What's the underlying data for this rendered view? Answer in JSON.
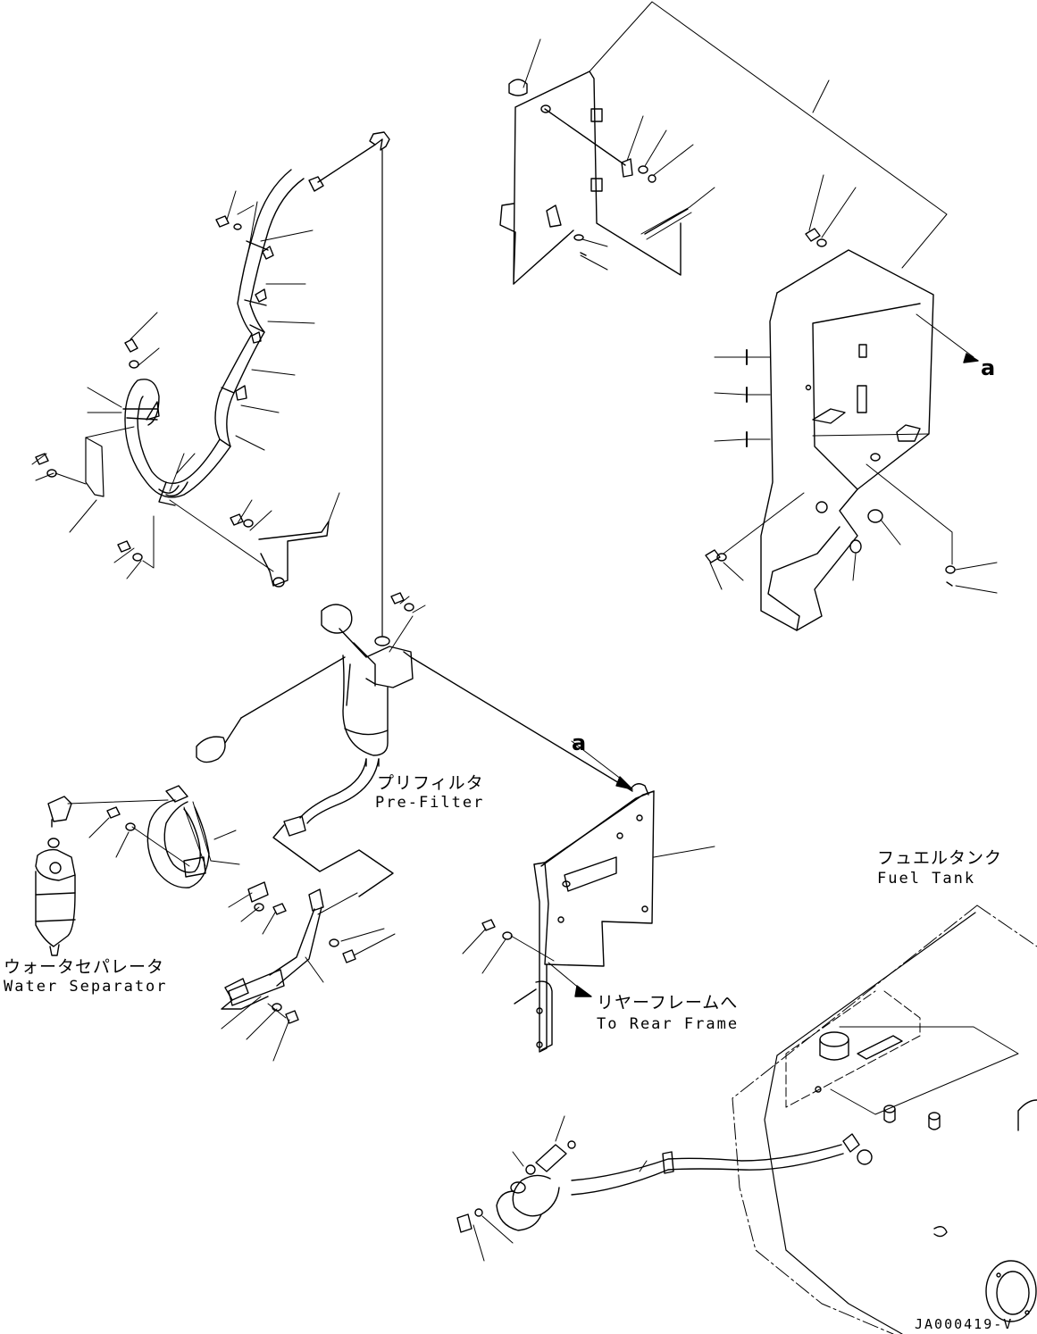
{
  "labels": {
    "pre_filter_jp": "プリフィルタ",
    "pre_filter_en": "Pre-Filter",
    "water_separator_jp": "ウォータセパレータ",
    "water_separator_en": "Water Separator",
    "rear_frame_jp": "リヤーフレームへ",
    "rear_frame_en": "To Rear Frame",
    "fuel_tank_jp": "フュエルタンク",
    "fuel_tank_en": "Fuel Tank",
    "view_a_top": "a",
    "view_a_bottom": "a",
    "drawing_code": "JA000419-V"
  }
}
